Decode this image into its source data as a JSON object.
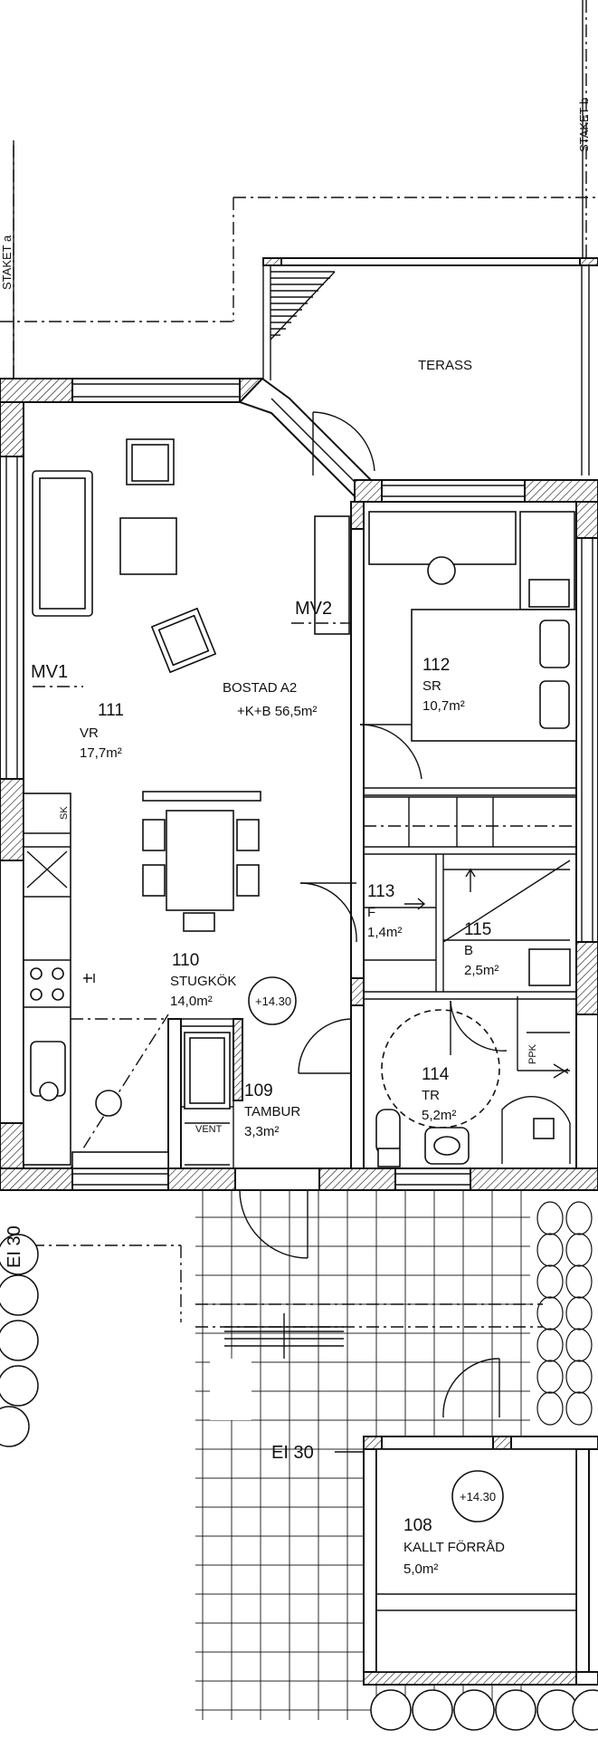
{
  "labels": {
    "staket_a": "STAKET a",
    "staket_b": "STAKET b",
    "terrace": "TERASS",
    "mv1": "MV1",
    "mv2": "MV2",
    "unit_title": "BOSTAD A2",
    "unit_area": "+K+B 56,5m²",
    "sk": "SK",
    "vent": "VENT",
    "ppk": "PPK",
    "ei30": "EI 30",
    "ei30_side": "EI 30"
  },
  "rooms": {
    "vr": {
      "number": "111",
      "code": "VR",
      "area": "17,7m²"
    },
    "sr": {
      "number": "112",
      "code": "SR",
      "area": "10,7m²"
    },
    "f": {
      "number": "113",
      "code": "F",
      "area": "1,4m²"
    },
    "b": {
      "number": "115",
      "code": "B",
      "area": "2,5m²"
    },
    "stugkok": {
      "number": "110",
      "code": "STUGKÖK",
      "area": "14,0m²"
    },
    "tambur": {
      "number": "109",
      "code": "TAMBUR",
      "area": "3,3m²"
    },
    "tr": {
      "number": "114",
      "code": "TR",
      "area": "5,2m²"
    },
    "forrad": {
      "number": "108",
      "code": "KALLT FÖRRÅD",
      "area": "5,0m²"
    }
  },
  "levels": {
    "main": "+14.30",
    "storage": "+14.30"
  }
}
